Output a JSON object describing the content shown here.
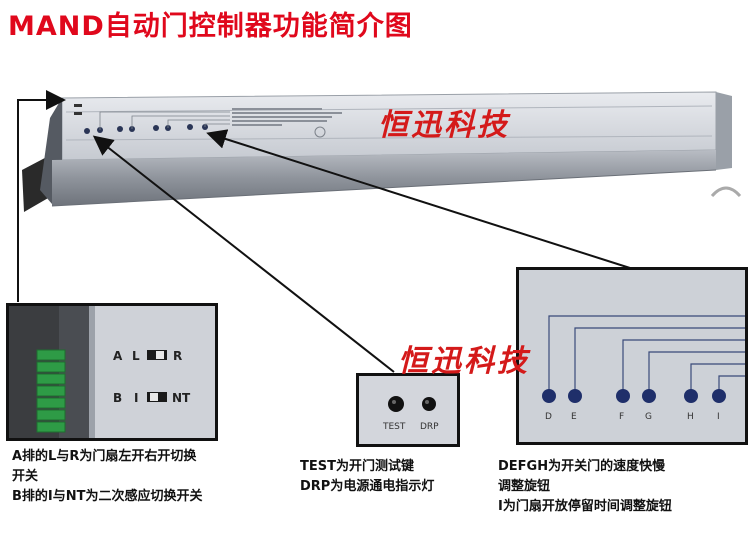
{
  "title": "MAND自动门控制器功能简介图",
  "watermark": "恒迅科技",
  "panel_ab": {
    "row_a": {
      "left": "A",
      "mid": "L",
      "right": "R"
    },
    "row_b": {
      "left": "B",
      "mid": "I",
      "right": "NT"
    }
  },
  "panel_test": {
    "left_label": "TEST",
    "right_label": "DRP"
  },
  "panel_dfgh": {
    "knob_labels": [
      "D",
      "E",
      "F",
      "G",
      "H",
      "I"
    ]
  },
  "captions": {
    "ab": [
      "A排的L与R为门扇左开右开切换",
      "开关",
      "B排的I与NT为二次感应切换开关"
    ],
    "test": [
      "TEST为开门测试键",
      "DRP为电源通电指示灯"
    ],
    "dfgh": [
      "DEFGH为开关门的速度快慢",
      "调整旋钮",
      "I为门扇开放停留时间调整旋钮"
    ]
  },
  "colors": {
    "title": "#e0081c",
    "watermark": "#d41a1a",
    "knob": "#1f2f6a"
  }
}
